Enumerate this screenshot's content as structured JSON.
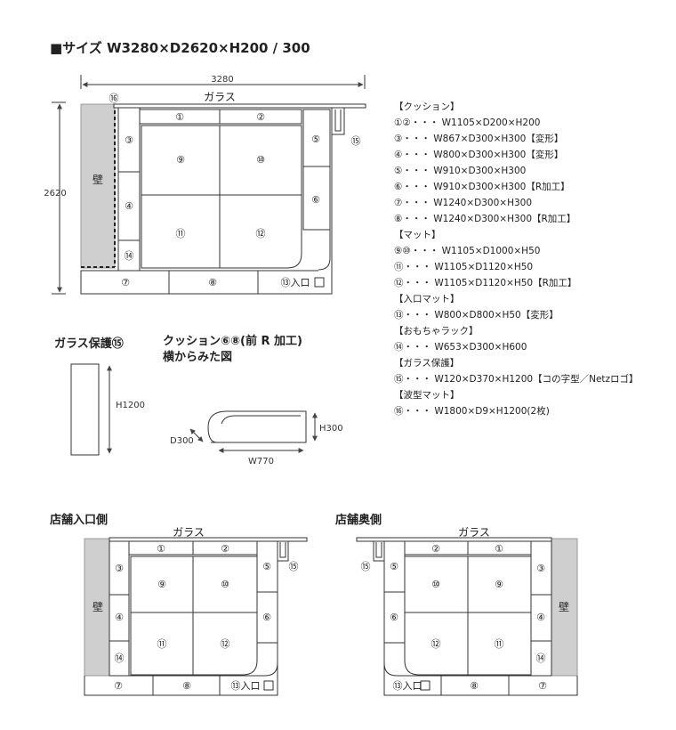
{
  "title": "■サイズ W3280×D2620×H200 / 300",
  "main": {
    "width_label": "3280",
    "depth_label": "2620",
    "glass": "ガラス",
    "wall": "壁",
    "mark16": "⑯",
    "cells": {
      "c1": "①",
      "c2": "②",
      "c3": "③",
      "c4": "④",
      "c5": "⑤",
      "c6": "⑥",
      "c7": "⑦",
      "c8": "⑧",
      "c9": "⑨",
      "c10": "⑩",
      "c11": "⑪",
      "c12": "⑫",
      "c13": "⑬入口",
      "c14": "⑭",
      "c15": "⑮"
    }
  },
  "spec_lines": [
    "【クッション】",
    "①②・・・ W1105×D200×H200",
    "③・・・ W867×D300×H300【変形】",
    "④・・・ W800×D300×H300【変形】",
    "⑤・・・ W910×D300×H300",
    "⑥・・・ W910×D300×H300【R加工】",
    "⑦・・・ W1240×D300×H300",
    "⑧・・・ W1240×D300×H300【R加工】",
    "【マット】",
    "⑨⑩・・・ W1105×D1000×H50",
    "⑪・・・ W1105×D1120×H50",
    "⑫・・・ W1105×D1120×H50【R加工】",
    "【入口マット】",
    "⑬・・・ W800×D800×H50【変形】",
    "【おもちゃラック】",
    "⑭・・・ W653×D300×H600",
    "【ガラス保護】",
    "⑮・・・ W120×D370×H1200【コの字型／Netzロゴ】",
    "【波型マット】",
    "⑯・・・ W1800×D9×H1200(2枚)"
  ],
  "glass_protect": {
    "heading": "ガラス保護⑮",
    "h_label": "H1200"
  },
  "cushion_side": {
    "heading_line1": "クッション⑥⑧(前 R 加工)",
    "heading_line2": "横からみた図",
    "h_label": "H300",
    "d_label": "D300",
    "w_label": "W770"
  },
  "store_entrance": {
    "heading": "店舗入口側",
    "glass": "ガラス",
    "wall": "壁"
  },
  "store_back": {
    "heading": "店舗奥側",
    "glass": "ガラス",
    "wall": "壁"
  }
}
